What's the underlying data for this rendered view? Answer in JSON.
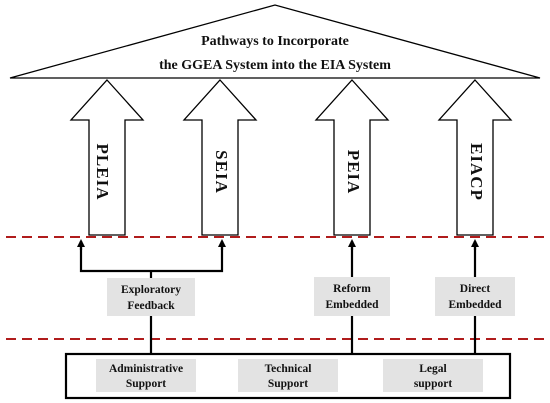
{
  "header": {
    "line1": "Pathways to Incorporate",
    "line2": "the GGEA System into the EIA System"
  },
  "arrows": [
    {
      "label": "PLEIA"
    },
    {
      "label": "SEIA"
    },
    {
      "label": "PEIA"
    },
    {
      "label": "EIACP"
    }
  ],
  "feedback_boxes": [
    {
      "line1": "Exploratory",
      "line2": "Feedback"
    },
    {
      "line1": "Reform",
      "line2": "Embedded"
    },
    {
      "line1": "Direct",
      "line2": "Embedded"
    }
  ],
  "support_boxes": [
    {
      "line1": "Administrative",
      "line2": "Support"
    },
    {
      "line1": "Technical",
      "line2": "Support"
    },
    {
      "line1": "Legal",
      "line2": "support"
    }
  ],
  "colors": {
    "dash_line": "#b01c1c",
    "box_fill": "#e3e3e3",
    "stroke": "#000000"
  }
}
